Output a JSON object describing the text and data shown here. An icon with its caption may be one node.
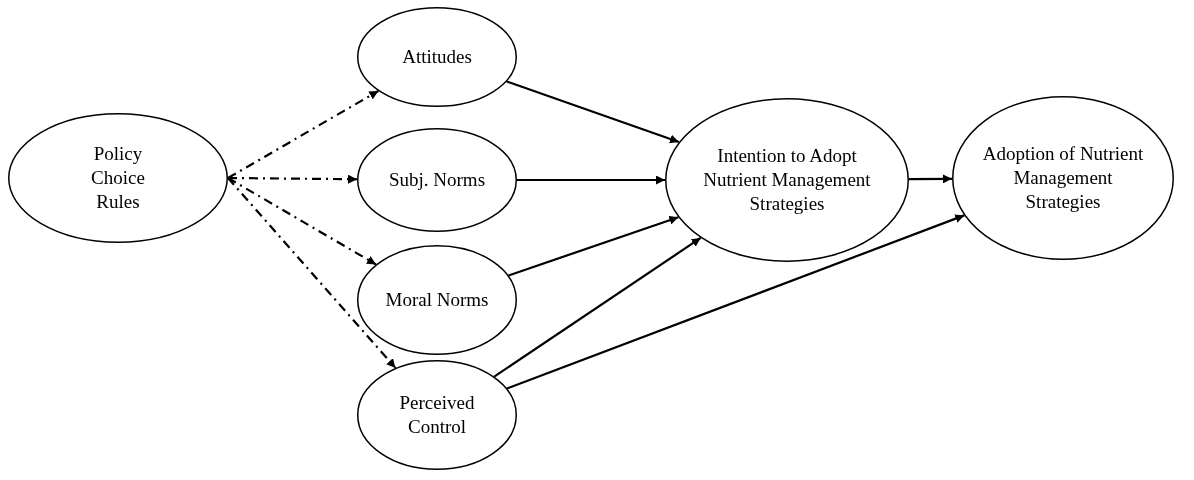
{
  "diagram": {
    "nodes": [
      {
        "text": [
          "Policy Choice Rules"
        ]
      },
      {
        "text": [
          "Attitudes"
        ]
      },
      {
        "text": [
          "Subj. Norms"
        ]
      },
      {
        "text": [
          "Moral Norms"
        ]
      },
      {
        "text": [
          "Perceived Control"
        ]
      },
      {
        "text": [
          "Intention to Adopt Nutrient Management Strategies"
        ]
      },
      {
        "text": [
          "Adoption of Nutrient Management Strategies"
        ]
      }
    ],
    "edges": [
      {
        "from": 0,
        "to": 1,
        "arrow": "to",
        "style": "dashed"
      },
      {
        "from": 0,
        "to": 2,
        "arrow": "to",
        "style": "dashed"
      },
      {
        "from": 0,
        "to": 3,
        "arrow": "to",
        "style": "dashed"
      },
      {
        "from": 0,
        "to": 4,
        "arrow": "to",
        "style": "dashed"
      },
      {
        "from": 1,
        "to": 5,
        "arrow": "to"
      },
      {
        "from": 2,
        "to": 5,
        "arrow": "to"
      },
      {
        "from": 3,
        "to": 5,
        "arrow": "to"
      },
      {
        "from": 4,
        "to": 5,
        "arrow": "to"
      },
      {
        "from": 5,
        "to": 6,
        "arrow": "to"
      },
      {
        "from": 4,
        "to": 6,
        "arrow": "to"
      }
    ]
  }
}
